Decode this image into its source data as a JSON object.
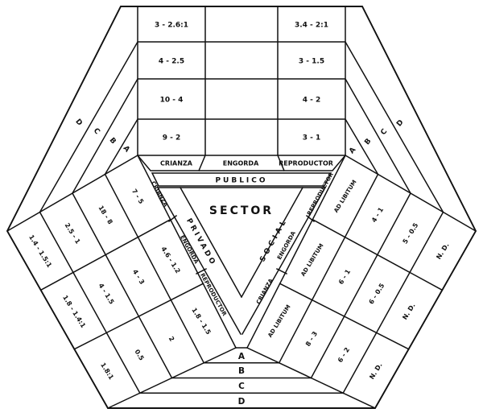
{
  "diagram": {
    "center": {
      "title": "SECTOR",
      "top_band": "PUBLICO",
      "left_band": "PRIVADO",
      "right_band": "SOCIAL"
    },
    "phases": {
      "crianza": "CRIANZA",
      "engorda": "ENGORDA",
      "reproductor": "REPRODUCTOR"
    },
    "ring_labels": {
      "top_left": [
        "D",
        "C",
        "B",
        "A"
      ],
      "top_right": [
        "A",
        "B",
        "C",
        "D"
      ],
      "bottom": [
        "A",
        "B",
        "C",
        "D"
      ]
    },
    "top_fan": {
      "sector": "PUBLICO",
      "rows_outer_to_inner": [
        "D",
        "C",
        "B",
        "A"
      ],
      "crianza": [
        "3 - 2.6:1",
        "4 - 2.5",
        "10 - 4",
        "9 - 2"
      ],
      "engorda": [
        "",
        "",
        "",
        ""
      ],
      "reproductor": [
        "3.4 - 2:1",
        "3 - 1.5",
        "4 - 2",
        "3 - 1"
      ]
    },
    "left_fan": {
      "sector": "PRIVADO",
      "rings_inner_to_outer": [
        "A",
        "B",
        "C",
        "D"
      ],
      "crianza": [
        "7 - 5",
        "18 - 8",
        "2.5 - 1",
        "1.4 - 1.5:1"
      ],
      "engorda": [
        "4.6 - 1.2",
        "4 - 3",
        "4 - 1.5",
        "1.8 - 1.4:1"
      ],
      "reproductor": [
        "1.8 - 1.5",
        "2",
        "0.5",
        "1.8:1"
      ]
    },
    "right_fan": {
      "sector": "SOCIAL",
      "rings_inner_to_outer": [
        "A",
        "B",
        "C",
        "D"
      ],
      "reproductor": [
        "AD LIBITUM",
        "4 - 1",
        "5 - 0.5",
        "N. D."
      ],
      "engorda": [
        "AD LIBITUM",
        "6 - 1",
        "6 - 0.5",
        "N. D."
      ],
      "crianza": [
        "AD LIBITUM",
        "8 - 3",
        "6 - 2",
        "N. D."
      ]
    }
  }
}
